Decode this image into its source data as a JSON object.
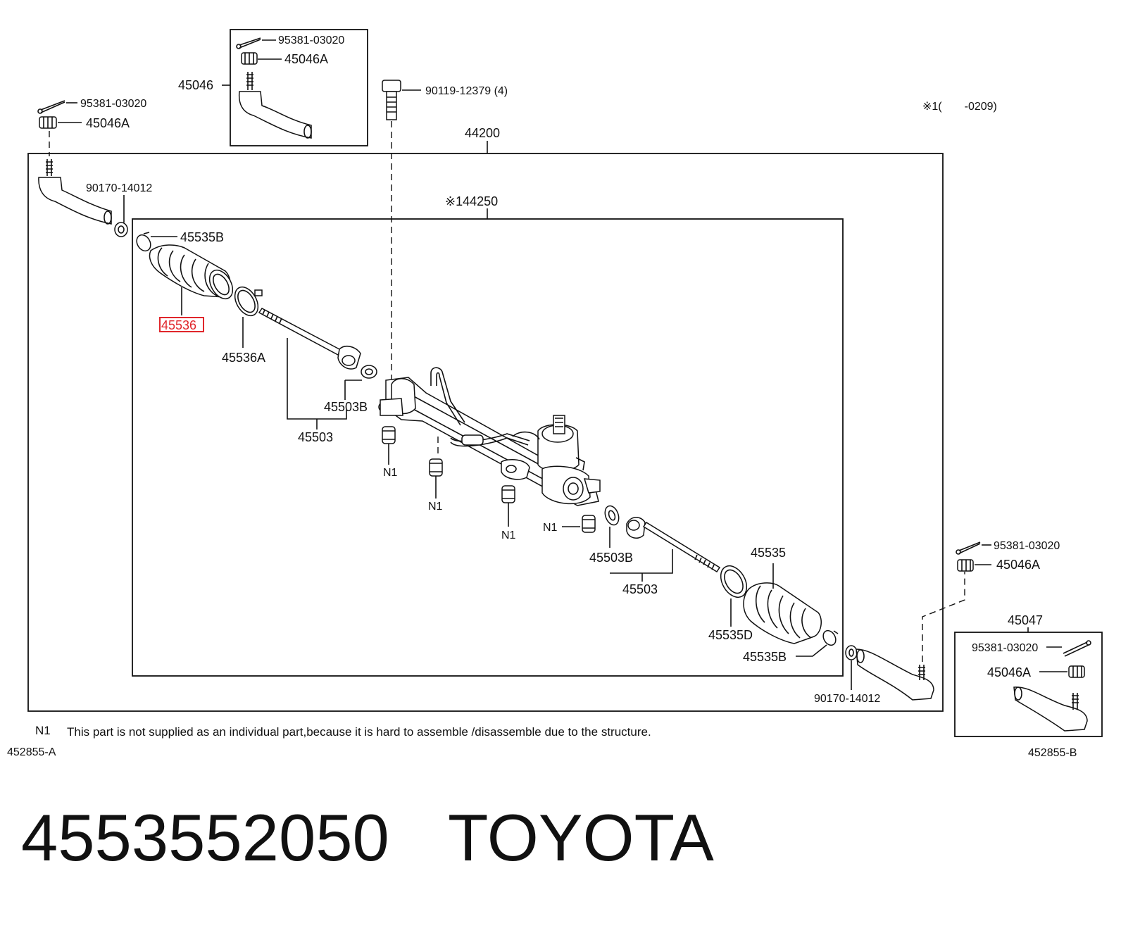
{
  "labels": {
    "p44200": "44200",
    "p144250": "※144250",
    "p45046": "45046",
    "p45047": "45047",
    "p95381_topbox": "95381-03020",
    "p45046A_topbox": "45046A",
    "p95381_left": "95381-03020",
    "p45046A_left": "45046A",
    "p90119": "90119-12379 (4)",
    "range": "※1(　　-0209)",
    "p90170_left": "90170-14012",
    "p45535B_left": "45535B",
    "p45536": "45536",
    "p45536A": "45536A",
    "p45503B_left": "45503B",
    "p45503_left": "45503",
    "n1_a": "N1",
    "n1_b": "N1",
    "n1_c": "N1",
    "n1_d": "N1",
    "p45503B_right": "45503B",
    "p45503_right": "45503",
    "p45535": "45535",
    "p45535D": "45535D",
    "p45535B_right": "45535B",
    "p90170_right": "90170-14012",
    "p95381_right": "95381-03020",
    "p45046A_right": "45046A",
    "p95381_rightbox": "95381-03020",
    "p45046A_rightbox": "45046A",
    "ref_a": "452855-A",
    "ref_b": "452855-B"
  },
  "footnote": {
    "key": "N1",
    "text": "This part is not supplied as an individual part,because it is hard to assemble /disassemble due to the structure."
  },
  "caption": {
    "part_number": "4553552050",
    "brand": "TOYOTA"
  },
  "highlight_color": "#e0262b"
}
